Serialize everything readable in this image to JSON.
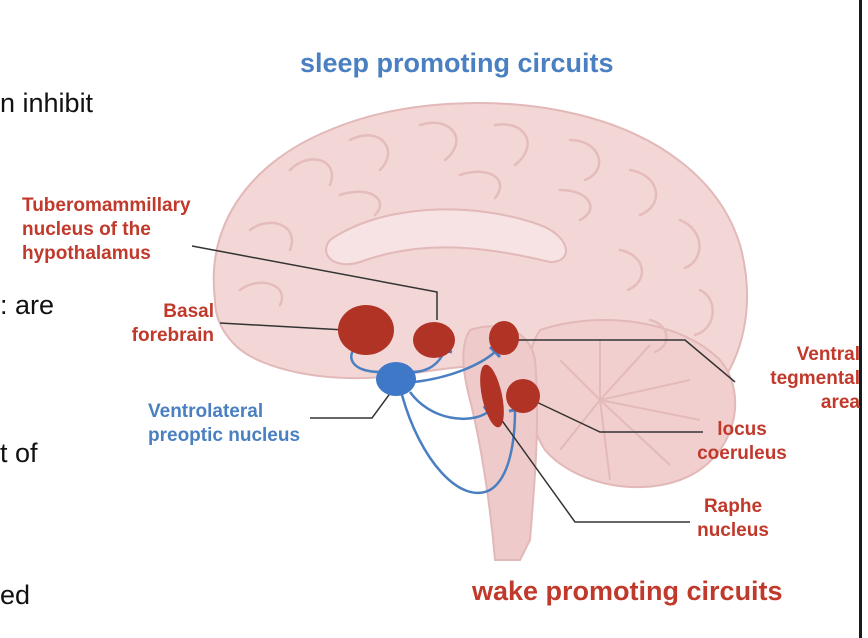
{
  "slide": {
    "title_fragment": "",
    "body_lines": [
      "n inhibit",
      ": are",
      "t of",
      "ed"
    ]
  },
  "headings": {
    "sleep": "sleep promoting circuits",
    "wake": "wake promoting circuits"
  },
  "labels": {
    "tuberomammillary": [
      "Tuberomammillary",
      "nucleus of the",
      "hypothalamus"
    ],
    "basal_forebrain": [
      "Basal",
      "forebrain"
    ],
    "vlpo": [
      "Ventrolateral",
      "preoptic nucleus"
    ],
    "vta": [
      "Ventral",
      "tegmental",
      "area"
    ],
    "locus_coeruleus": [
      "locus",
      "coeruleus"
    ],
    "raphe": [
      "Raphe",
      "nucleus"
    ]
  },
  "colors": {
    "wake_red": "#c0392b",
    "sleep_blue": "#4a7fc1",
    "nucleus_red": "#b03325",
    "nucleus_blue": "#3f78c6",
    "brain_fill": "#f3d6d6",
    "brain_fold": "#e6b9b9",
    "leader_line": "#333333"
  }
}
